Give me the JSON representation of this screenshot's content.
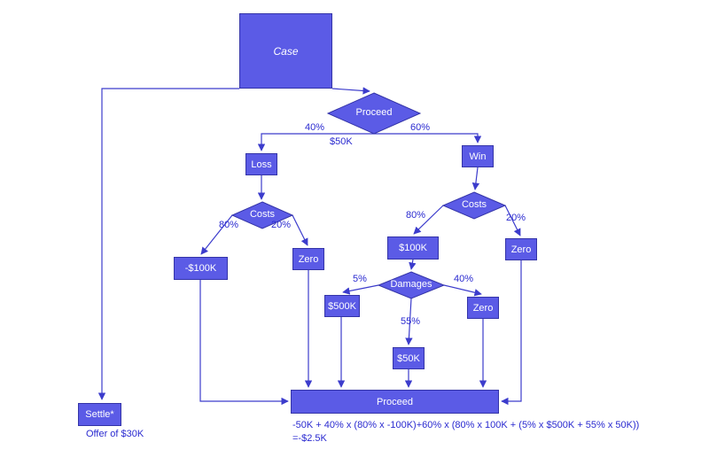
{
  "diagram": {
    "nodes": {
      "case": "Case",
      "proceed": "Proceed",
      "loss": "Loss",
      "win": "Win",
      "costs_loss": "Costs",
      "costs_win": "Costs",
      "loss_payout": "-$100K",
      "loss_zero": "Zero",
      "win_payout": "$100K",
      "win_zero": "Zero",
      "damages": "Damages",
      "damages_high": "$500K",
      "damages_zero": "Zero",
      "damages_mid": "$50K",
      "proceed_bar": "Proceed",
      "settle": "Settle*"
    },
    "edges": {
      "proceed_loss_pct": "40%",
      "proceed_cost": "$50K",
      "proceed_win_pct": "60%",
      "loss_costs_pct": "80%",
      "loss_zero_pct": "20%",
      "win_costs_pct": "80%",
      "win_zero_pct": "20%",
      "damages_high_pct": "5%",
      "damages_zero_pct": "40%",
      "damages_mid_pct": "55%"
    },
    "annotations": {
      "settle_offer": "Offer of $30K",
      "formula": "-50K + 40% x (80% x -100K)+60% x (80% x 100K + (5% x $500K + 55% x 50K))",
      "result": "=-$2.5K"
    },
    "colors": {
      "node_fill": "#5b5be6",
      "node_border": "#3434a8",
      "connector": "#3c3ccc",
      "edge_label_text": "#2a2ad0",
      "node_text": "#ffffff",
      "background": "#ffffff"
    }
  }
}
